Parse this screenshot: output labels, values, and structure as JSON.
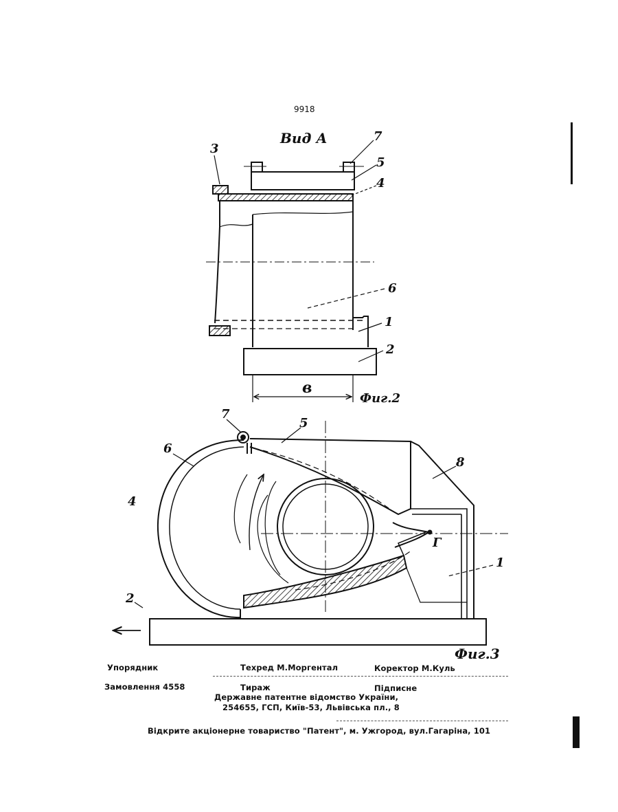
{
  "page_number": "9918",
  "view_title": "Вид А",
  "fig2": {
    "caption": "Фиг.2",
    "width_label": "в",
    "callouts": [
      "3",
      "7",
      "5",
      "4",
      "6",
      "1",
      "2"
    ]
  },
  "fig3": {
    "caption": "Фиг.3",
    "point_label": "Г",
    "callouts": [
      "7",
      "5",
      "6",
      "8",
      "4",
      "1",
      "2"
    ]
  },
  "footer": {
    "compiler": "Упорядник",
    "techred": "Техред М.Моргентал",
    "corrector": "Коректор М.Куль",
    "order": "Замовлення  4558",
    "circulation": "Тираж",
    "subscription": "Підписне",
    "office": "Державне патентне відомство України,",
    "address": "254655, ГСП, Київ-53, Львівська пл., 8",
    "printer": "Відкрите акціонерне товариство   \"Патент\", м. Ужгород, вул.Гагаріна, 101"
  }
}
